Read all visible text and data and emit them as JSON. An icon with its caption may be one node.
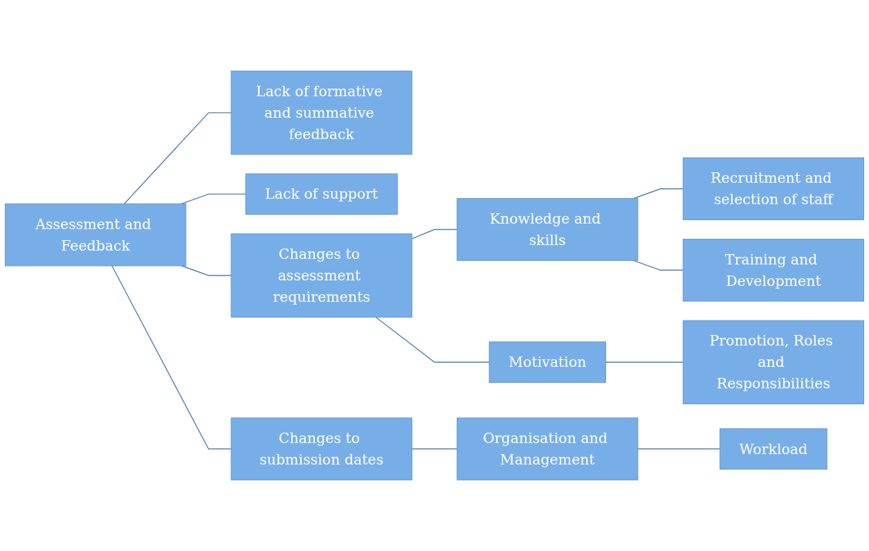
{
  "diagram": {
    "nodes": [
      {
        "text": [
          "Assessment and Feedback"
        ]
      },
      {
        "text": [
          "Lack of formative and summative feedback"
        ]
      },
      {
        "text": [
          "Lack of support"
        ]
      },
      {
        "text": [
          "Changes to assessment requirements"
        ]
      },
      {
        "text": [
          "Changes to submission dates"
        ]
      },
      {
        "text": [
          "Knowledge and skills"
        ]
      },
      {
        "text": [
          "Motivation"
        ]
      },
      {
        "text": [
          "Organisation and Management"
        ]
      },
      {
        "text": [
          "Recruitment and selection of staff"
        ]
      },
      {
        "text": [
          "Training and Development"
        ]
      },
      {
        "text": [
          "Promotion, Roles and Responsibilities"
        ]
      },
      {
        "text": [
          "Workload"
        ]
      }
    ],
    "edges": [
      {
        "from": 0,
        "to": 1,
        "arrow": "none"
      },
      {
        "from": 0,
        "to": 2,
        "arrow": "none"
      },
      {
        "from": 0,
        "to": 3,
        "arrow": "none"
      },
      {
        "from": 0,
        "to": 4,
        "arrow": "none"
      },
      {
        "from": 3,
        "to": 5,
        "arrow": "none"
      },
      {
        "from": 3,
        "to": 6,
        "arrow": "none"
      },
      {
        "from": 4,
        "to": 7,
        "arrow": "none"
      },
      {
        "from": 5,
        "to": 8,
        "arrow": "none"
      },
      {
        "from": 5,
        "to": 9,
        "arrow": "none"
      },
      {
        "from": 6,
        "to": 10,
        "arrow": "none"
      },
      {
        "from": 7,
        "to": 11,
        "arrow": "none"
      }
    ]
  }
}
